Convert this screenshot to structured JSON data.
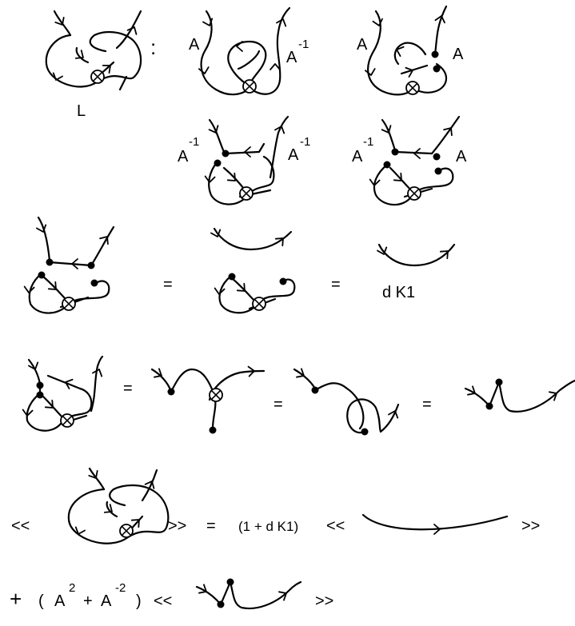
{
  "labels": {
    "knot_name": "L",
    "colon": ":",
    "A": "A",
    "A_inv_base": "A",
    "minus_one": "-1",
    "equals": "=",
    "dK1": "d K1",
    "open_brackets": "<<",
    "close_brackets": ">>",
    "one_plus_dK1": "(1 + d K1)",
    "plus": "+",
    "paren_open": "(",
    "paren_close": ")",
    "A2_base": "A",
    "A2_exp": "2",
    "plus_small": "+",
    "Am2_base": "A",
    "Am2_exp": "-2"
  },
  "icons": {
    "dot": "filled-vertex",
    "virtual": "virtual-crossing-circle",
    "arrow": "chevron-arrowhead"
  }
}
